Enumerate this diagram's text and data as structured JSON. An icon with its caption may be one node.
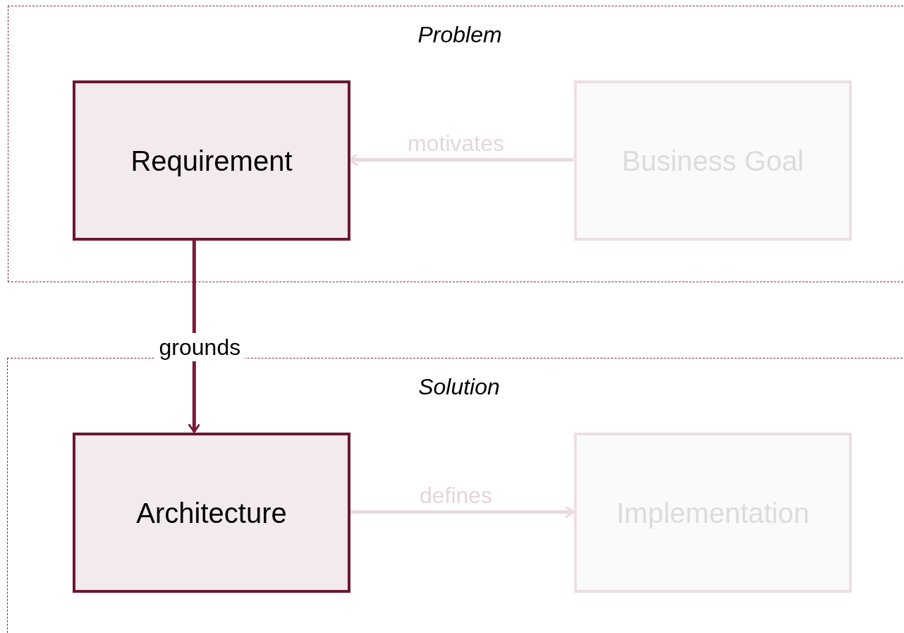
{
  "diagram": {
    "nodes": [
      {
        "text": [
          "Problem"
        ]
      },
      {
        "text": [
          "Requirement"
        ],
        "in": 0
      },
      {
        "text": [
          "Business Goal"
        ],
        "in": 0
      },
      {
        "text": [
          "Solution"
        ]
      },
      {
        "text": [
          "Architecture"
        ],
        "in": 3
      },
      {
        "text": [
          "Implementation"
        ],
        "in": 3
      }
    ],
    "edges": [
      {
        "from": 2,
        "to": 1,
        "arrow": "to",
        "label": "motivates",
        "color": "#e8dadd"
      },
      {
        "from": 1,
        "to": 4,
        "arrow": "to",
        "label": "grounds",
        "color": "#7a1c38"
      },
      {
        "from": 4,
        "to": 5,
        "arrow": "to",
        "label": "defines",
        "color": "#e8dadd"
      }
    ]
  }
}
